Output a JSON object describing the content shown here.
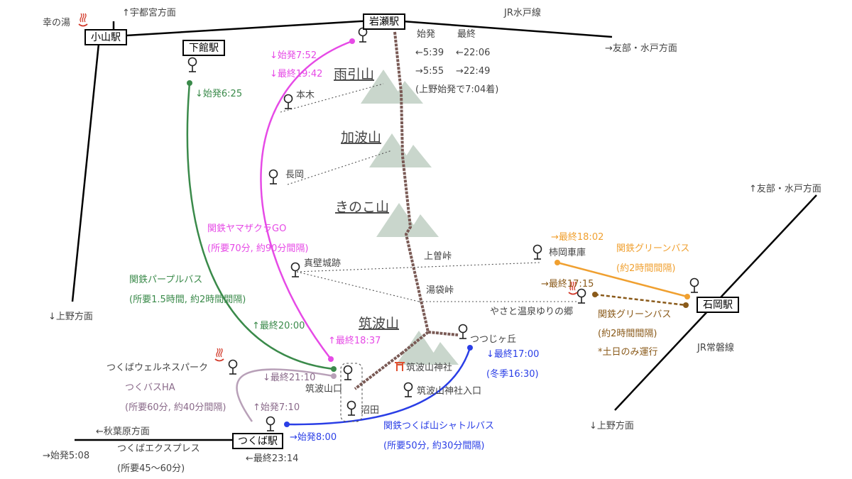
{
  "colors": {
    "rail": "#000000",
    "trail": "#7a5a55",
    "mountain": "#c9d6cc",
    "purple_bus": "#3a8a4a",
    "yamazakura": "#e64ae6",
    "green_bus_a": "#f0a030",
    "green_bus_b": "#8a5a1a",
    "shuttle": "#2a3ee6",
    "bus_ha": "#b8a0b8",
    "text": "#444444",
    "onsen": "#d23a2a"
  },
  "stations": {
    "oyama": "小山駅",
    "shimodate": "下館駅",
    "iwase": "岩瀬駅",
    "ishioka": "石岡駅",
    "tsukuba": "つくば駅"
  },
  "lines": {
    "mito_line": "JR水戸線",
    "joban_line": "JR常磐線"
  },
  "directions": {
    "utsunomiya": "↑宇都宮方面",
    "ueno_left": "↓上野方面",
    "tomobe_top": "→友部・水戸方面",
    "tomobe_right": "↑友部・水戸方面",
    "ueno_right": "↓上野方面",
    "akihabara": "←秋葉原方面"
  },
  "iwase_timetable": {
    "first_header": "始発",
    "last_header": "最終",
    "left_first": "←5:39",
    "left_last": "←22:06",
    "right_first": "→5:55",
    "right_last": "→22:49",
    "note": "(上野始発で7:04着)"
  },
  "mountains": {
    "amabiki": "雨引山",
    "kaba": "加波山",
    "kinoko": "きのこ山",
    "tsukuba": "筑波山"
  },
  "places": {
    "saiwai_yu": "幸の湯",
    "motoki": "本木",
    "nagaoka": "長岡",
    "makabe": "真壁城跡",
    "kamisone": "上曽峠",
    "yubukuro": "湯袋峠",
    "kakioka": "柿岡車庫",
    "yasato_onsen": "やさと温泉ゆりの郷",
    "tsutsujigaoka": "つつじヶ丘",
    "tsukubasan_jinja": "筑波山神社",
    "jinja_iriguchi": "筑波山神社入口",
    "tsukuba_sanguchi": "筑波山口",
    "numata": "沼田",
    "wellness_park": "つくばウェルネスパーク"
  },
  "routes": {
    "purple_bus": {
      "name": "関鉄パープルバス",
      "info": "(所要1.5時間, 約2時間間隔)",
      "first": "↓始発6:25",
      "last": "↑最終20:00"
    },
    "yamazakura": {
      "name": "関鉄ヤマザクラGO",
      "info": "(所要70分, 約90分間隔)",
      "first": "↓始発7:52",
      "last_down": "↓最終19:42",
      "last_up": "↑最終18:37"
    },
    "green_bus_kakioka": {
      "last": "→最終18:02",
      "name": "関鉄グリーンバス",
      "info": "(約2時間間隔)"
    },
    "green_bus_yasato": {
      "last": "→最終17:15",
      "name": "関鉄グリーンバス",
      "info": "(約2時間間隔)",
      "note": "*土日のみ運行"
    },
    "shuttle": {
      "name": "関鉄つくば山シャトルバス",
      "info": "(所要50分, 約30分間隔)",
      "last": "↓最終17:00",
      "last_winter": "(冬季16:30)",
      "first": "→始発8:00"
    },
    "bus_ha": {
      "name": "つくバスHA",
      "info": "(所要60分, 約40分間隔)",
      "last": "↓最終21:10",
      "first": "↑始発7:10"
    },
    "tx": {
      "name": "つくばエクスプレス",
      "info": "(所要45〜60分)",
      "first": "→始発5:08",
      "last": "←最終23:14"
    }
  },
  "icons": {
    "bus_stop": "bus-stop-icon",
    "onsen": "onsen-icon",
    "torii": "torii-icon",
    "mountain": "mountain-icon"
  }
}
